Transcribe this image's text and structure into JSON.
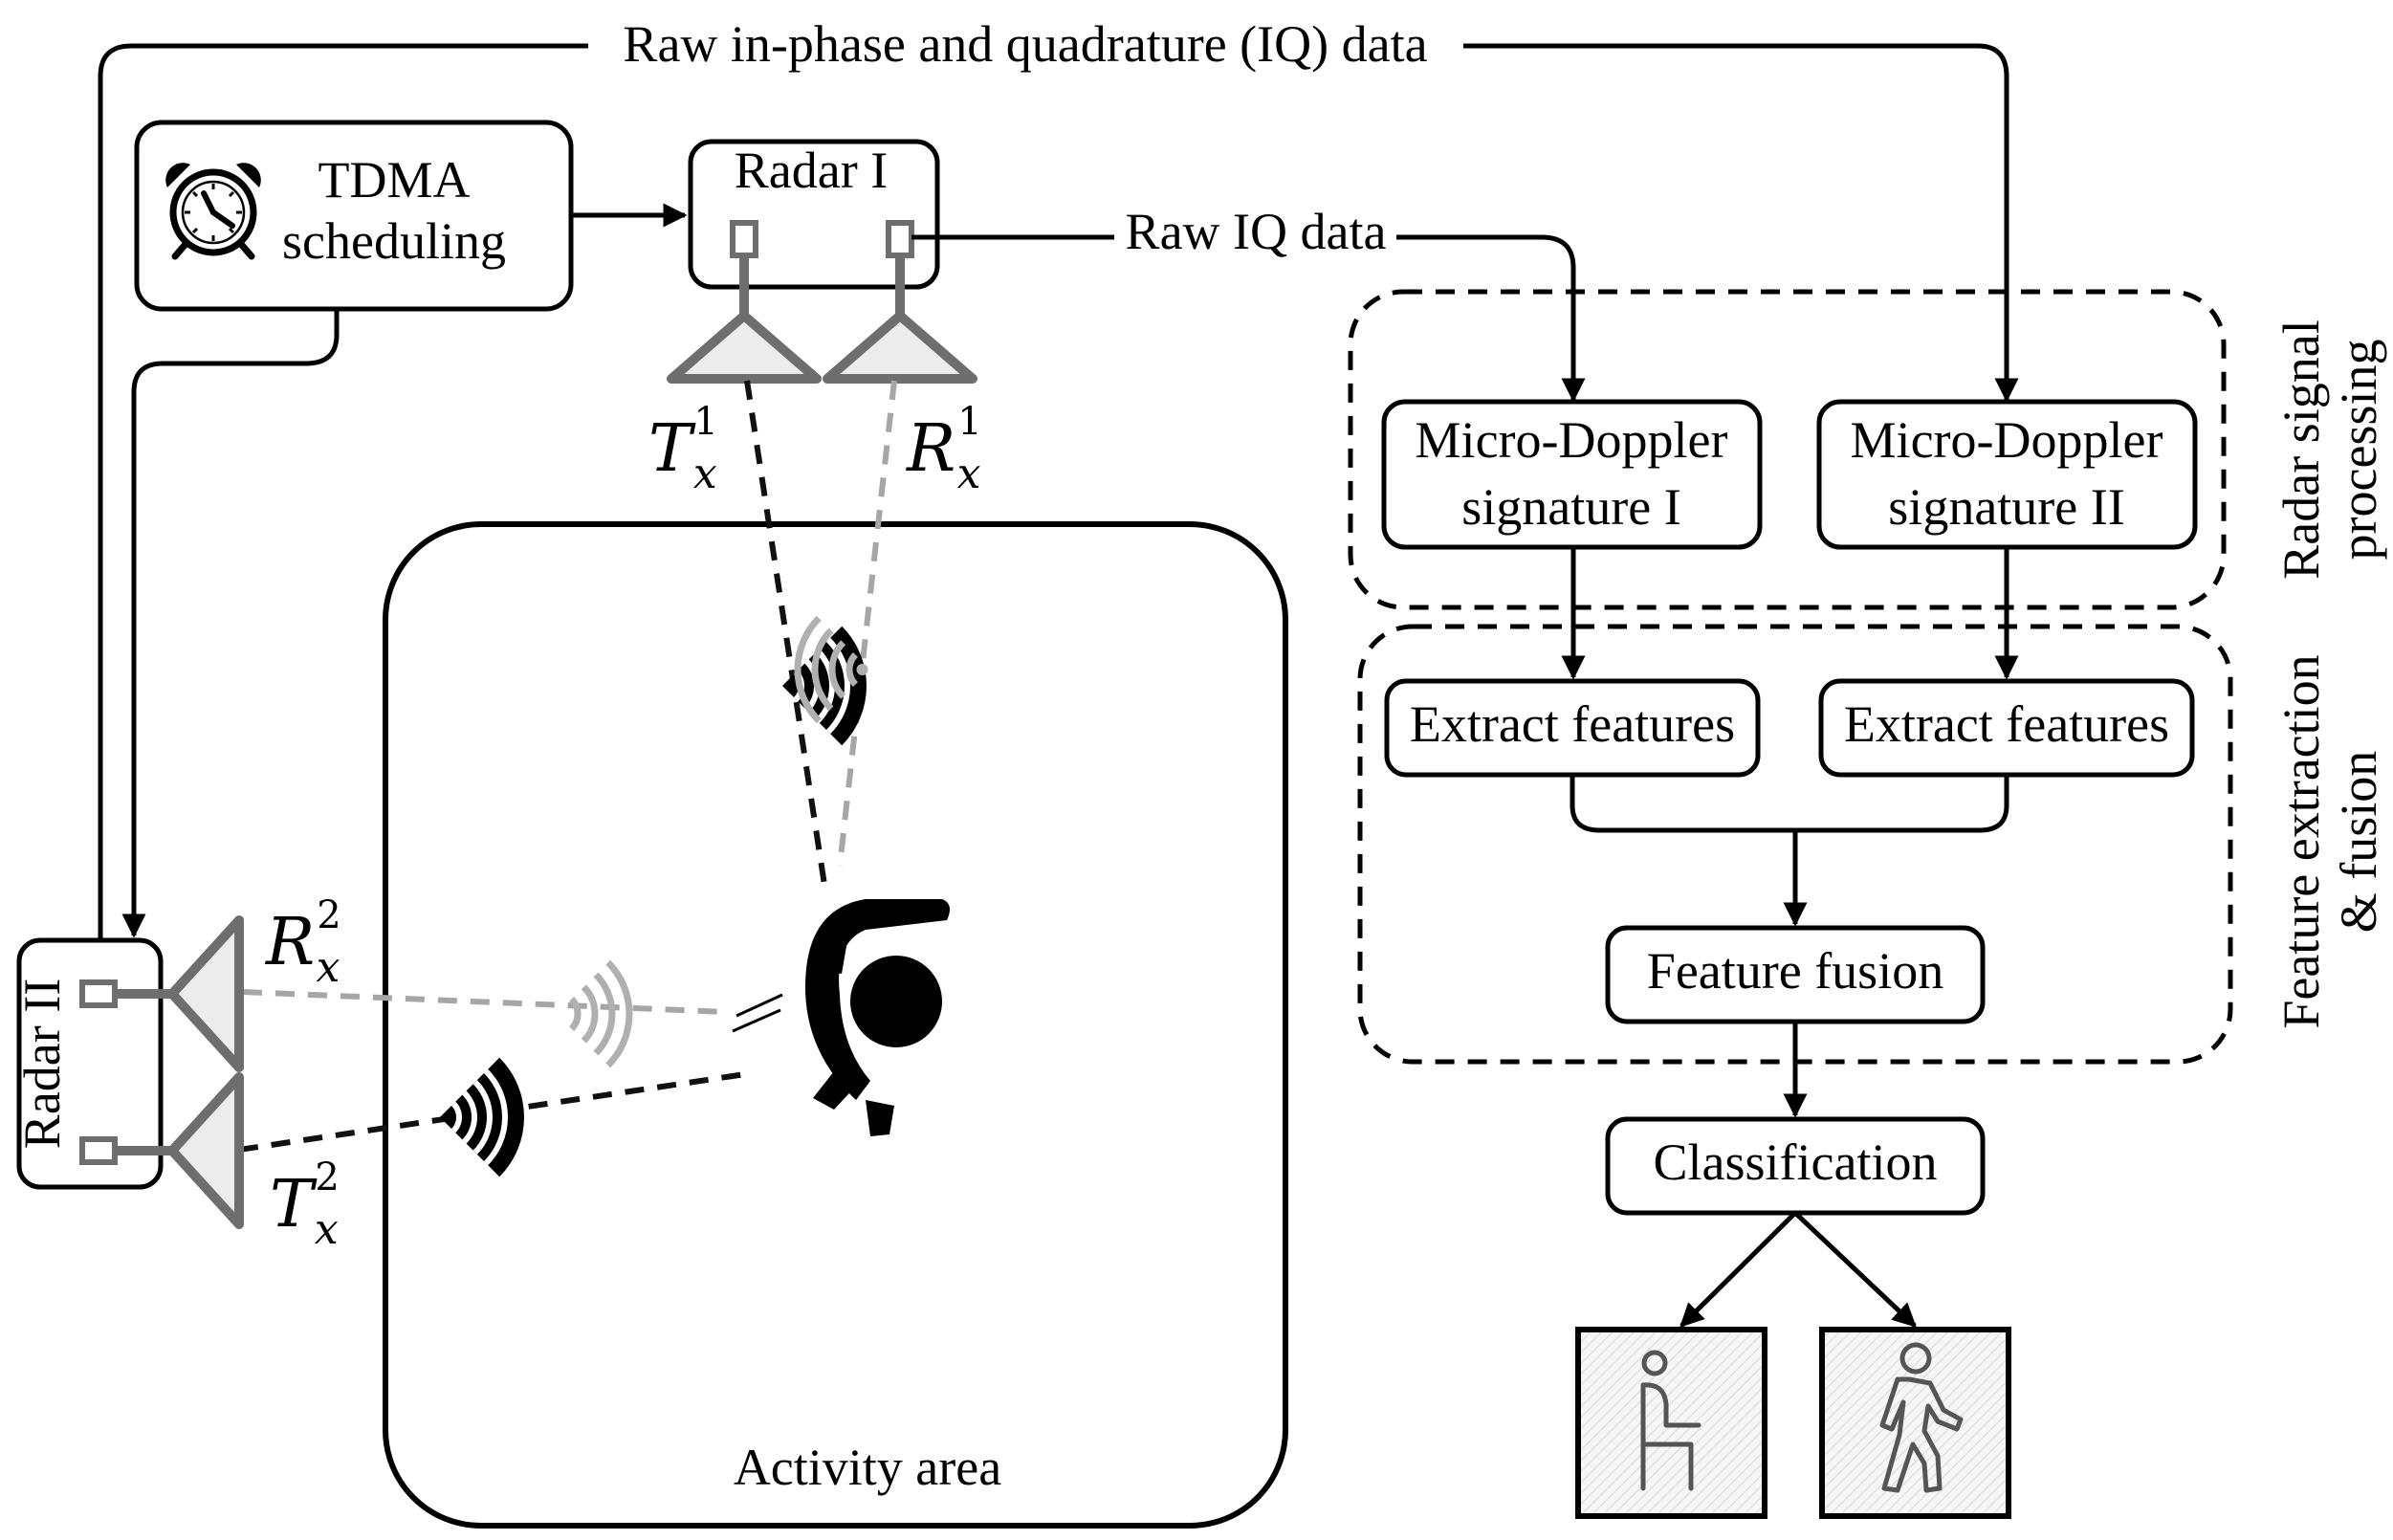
{
  "labels": {
    "raw_iq_top": "Raw in-phase and quadrature (IQ) data",
    "tdma_line1": "TDMA",
    "tdma_line2": "scheduling",
    "radar1": "Radar I",
    "radar2": "Radar II",
    "raw_iq": "Raw IQ data",
    "tx1_base": "T",
    "tx1_sub": "x",
    "tx1_sup": "1",
    "rx1_base": "R",
    "rx1_sub": "x",
    "rx1_sup": "1",
    "rx2_base": "R",
    "rx2_sub": "x",
    "rx2_sup": "2",
    "tx2_base": "T",
    "tx2_sub": "x",
    "tx2_sup": "2",
    "activity_area": "Activity area",
    "mds1_line1": "Micro-Doppler",
    "mds1_line2": "signature I",
    "mds2_line1": "Micro-Doppler",
    "mds2_line2": "signature II",
    "extract1": "Extract features",
    "extract2": "Extract features",
    "fusion": "Feature fusion",
    "classification": "Classification",
    "rsp_line1": "Radar signal",
    "rsp_line2": "processing",
    "fef_line1": "Feature extraction",
    "fef_line2": "& fusion"
  },
  "icons": {
    "clock": "alarm-clock-icon",
    "sitting": "person-sitting-icon",
    "walking": "person-walking-icon",
    "person_top": "person-top-view-icon"
  },
  "colors": {
    "stroke": "#000000",
    "antenna": "#6e6e6e",
    "faint_beam": "#a6a6a6"
  }
}
